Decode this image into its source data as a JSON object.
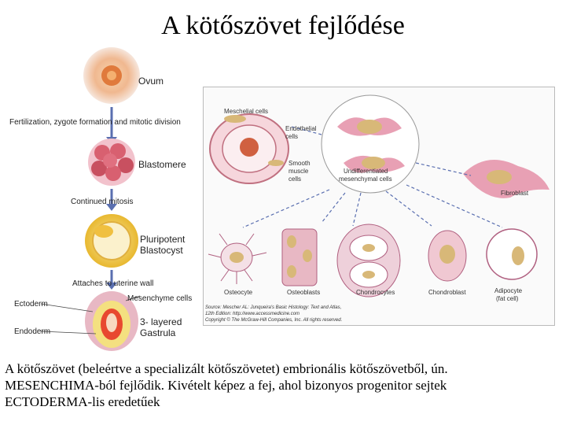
{
  "title": "A kötőszövet fejlődése",
  "left_labels": {
    "ovum": "Ovum",
    "fertilization": "Fertilization, zygote formation and mitotic division",
    "blastomere": "Blastomere",
    "continued_mitosis": "Continued mitosis",
    "pluripotent_1": "Pluripotent",
    "pluripotent_2": "Blastocyst",
    "attaches": "Attaches to uterine wall",
    "mesenchyme_cells": "Mesenchyme cells",
    "ectoderm": "Ectoderm",
    "endoderm": "Endoderm",
    "layered_1": "3- layered",
    "layered_2": "Gastrula"
  },
  "right_labels": {
    "meschelial": "Meschelial cells",
    "endothelial_1": "Endothelial",
    "endothelial_2": "cells",
    "smooth_1": "Smooth",
    "smooth_2": "muscle",
    "smooth_3": "cells",
    "undiff_1": "Undifferentiated",
    "undiff_2": "mesenchymal cells",
    "fibroblast": "Fibroblast",
    "osteocyte": "Osteocyte",
    "osteoblasts": "Osteoblasts",
    "chondrocytes": "Chondrocytes",
    "chondroblast": "Chondroblast",
    "adipocyte_1": "Adipocyte",
    "adipocyte_2": "(fat cell)"
  },
  "credit": {
    "line1": "Source: Mescher AL: Junqueira's Basic Histology: Text and Atlas,",
    "line2": "12th Edition: http://www.accessmedicine.com",
    "line3": "Copyright © The McGraw-Hill Companies, Inc. All rights reserved."
  },
  "caption": {
    "line1": "A kötőszövet (beleértve a specializált kötőszövetet) embrionális kötőszövetből, ún.",
    "line2": "MESENCHIMA-ból fejlődik. Kivételt képez a fej, ahol bizonyos progenitor sejtek",
    "line3": "ECTODERMA-lis eredetűek"
  },
  "colors": {
    "cell_pink": "#e8a0b4",
    "nucleus": "#d8b878",
    "arrow": "#5a6fb0",
    "ovum_orange": "#e8904a",
    "blastocyst_yellow": "#f0d060"
  }
}
